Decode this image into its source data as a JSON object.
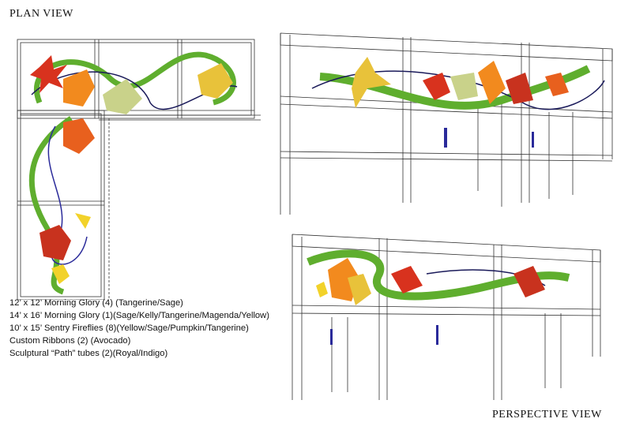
{
  "titles": {
    "plan": "PLAN VIEW",
    "perspective": "PERSPECTIVE VIEW"
  },
  "legend": [
    "12’ x 12’ Morning Glory (4) (Tangerine/Sage)",
    "14’ x 16’ Morning Glory (1)(Sage/Kelly/Tangerine/Magenda/Yellow)",
    "10’ x 15’ Sentry Fireflies (8)(Yellow/Sage/Pumpkin/Tangerine)",
    " Custom Ribbons (2) (Avocado)",
    "Sculptural “Path” tubes (2)(Royal/Indigo)"
  ],
  "colors": {
    "tangerine": "#f28a1e",
    "sage": "#c9d28a",
    "kelly": "#3aa23a",
    "magenda": "#c8321e",
    "yellow": "#f2d22a",
    "avocado": "#5fae2e",
    "royal": "#2a2a9a",
    "indigo": "#1a1a5a",
    "frame": "#333333"
  }
}
